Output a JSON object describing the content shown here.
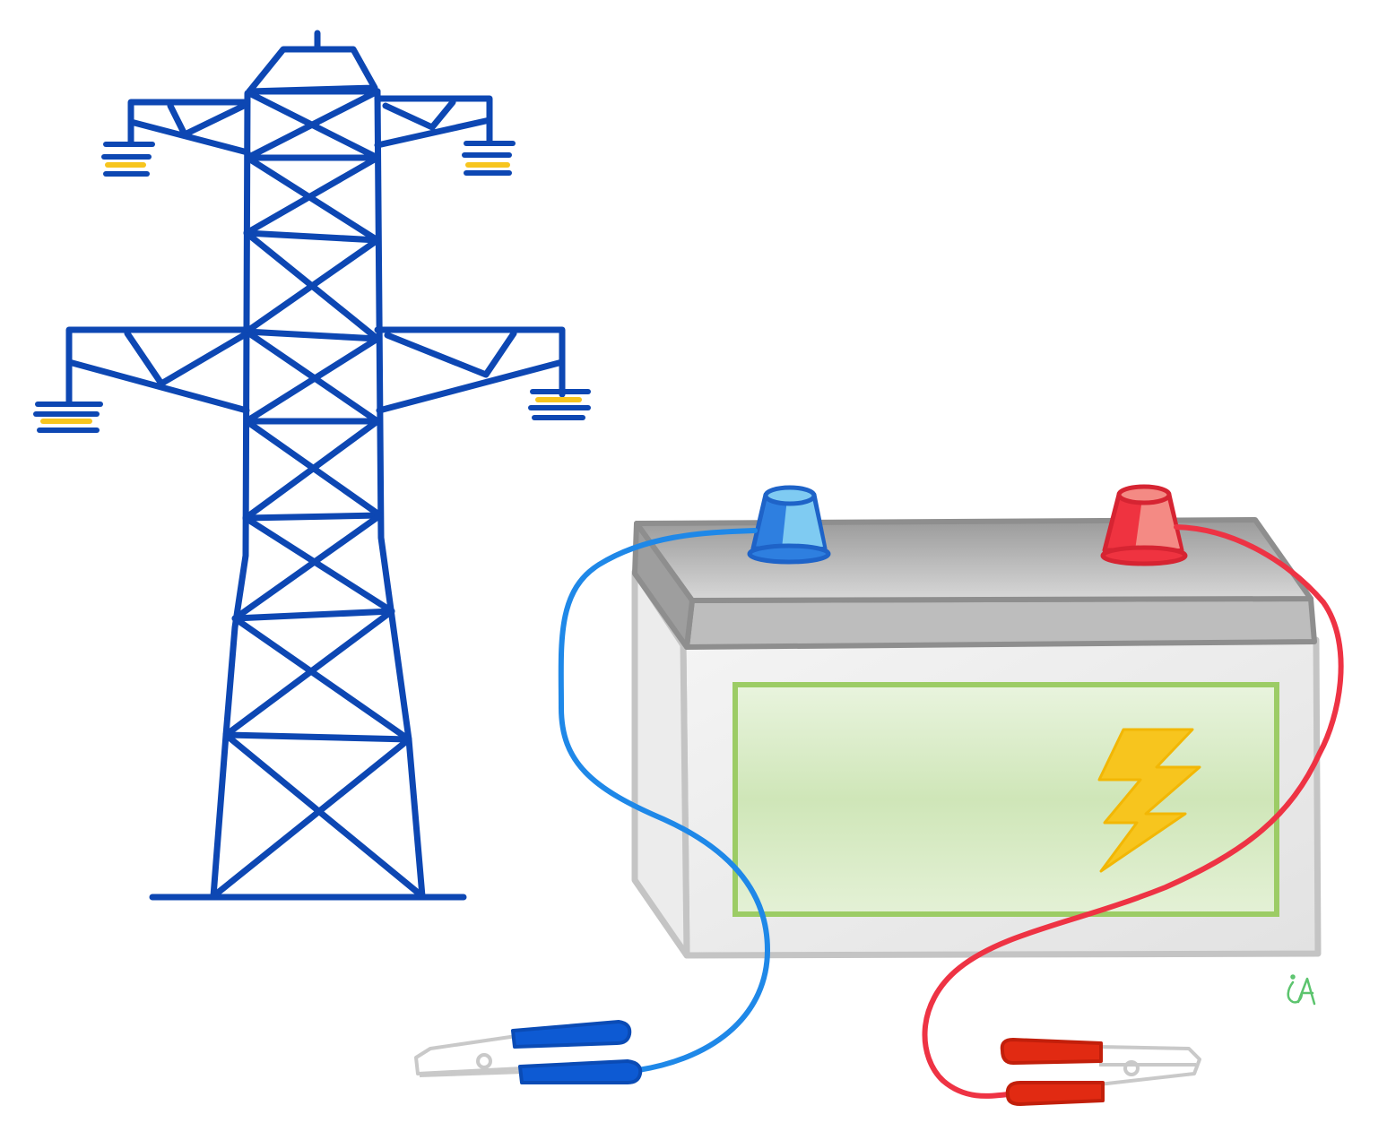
{
  "scene": {
    "background": "#ffffff",
    "objects": [
      "transmission-tower",
      "car-battery",
      "jumper-cable-negative",
      "jumper-cable-positive",
      "artist-signature"
    ]
  },
  "colors": {
    "tower": "#0d47b3",
    "insulator_accent": "#f7c51e",
    "battery_outline": "#bdbdbd",
    "battery_top": "#a8a8a8",
    "battery_label": "#c9e3b2",
    "battery_label_border": "#9ccc65",
    "bolt": "#f7c51e",
    "negative_terminal": "#2e7fe0",
    "negative_terminal_light": "#7fcbf2",
    "positive_terminal": "#ef3340",
    "positive_terminal_light": "#f48a84",
    "negative_wire": "#1f88e8",
    "positive_wire": "#ee3344",
    "negative_clamp_handle": "#0d5ad3",
    "positive_clamp_handle": "#e12a12",
    "clamp_jaw": "#c9c9c9",
    "signature": "#5cc46e"
  },
  "icons": {
    "bolt": "lightning-bolt-icon"
  }
}
